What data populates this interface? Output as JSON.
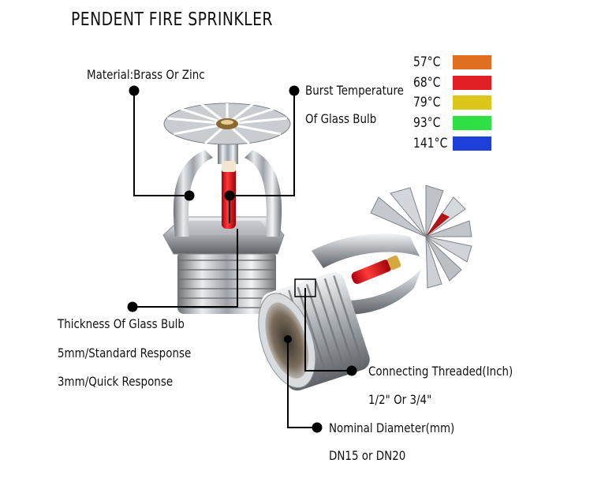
{
  "title": "PENDENT FIRE SPRINKLER",
  "callouts": {
    "material": "Material:Brass Or Zinc",
    "burst_line1": "Burst Temperature",
    "burst_line2": "Of Glass Bulb",
    "thickness_line1": "Thickness Of Glass Bulb",
    "thickness_line2": "5mm/Standard Response",
    "thickness_line3": "3mm/Quick Response",
    "thread_line1": "Connecting Threaded(Inch)",
    "thread_line2": "1/2\" Or 3/4\"",
    "nominal_line1": "Nominal Diameter(mm)",
    "nominal_line2": "DN15 or DN20"
  },
  "temperature_legend": [
    {
      "label": "57°C",
      "color": "#e07020"
    },
    {
      "label": "68°C",
      "color": "#e01e24"
    },
    {
      "label": "79°C",
      "color": "#ddc61c"
    },
    {
      "label": "93°C",
      "color": "#2ee044"
    },
    {
      "label": "141°C",
      "color": "#1e3fd8"
    }
  ],
  "images": [
    {
      "name": "upright-sprinkler-photo",
      "description": "chrome pendent sprinkler with red glass bulb, front view"
    },
    {
      "name": "tilted-sprinkler-photo",
      "description": "chrome pendent sprinkler lying on side, thread end facing viewer"
    }
  ]
}
